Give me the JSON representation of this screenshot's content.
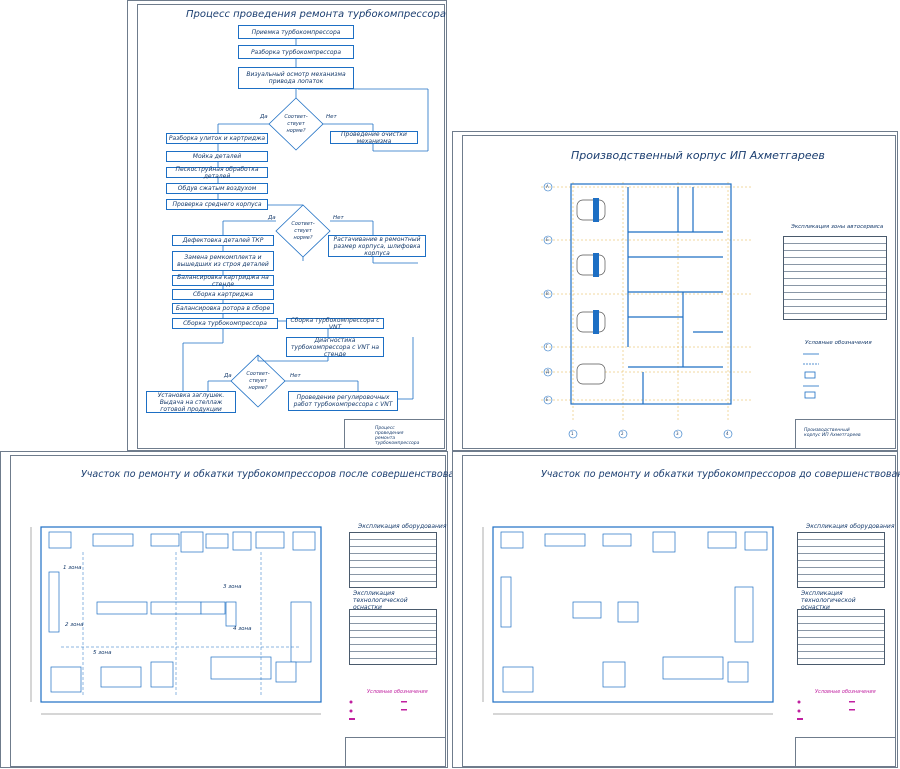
{
  "flowchart": {
    "title": "Процесс проведения ремонта турбокомпрессора",
    "steps": [
      "Приемка турбокомпрессора",
      "Разборка турбокомпрессора",
      "Визуальный осмотр механизма привода лопаток",
      "Разборка улиток и картриджа",
      "Мойка деталей",
      "Пескоструйная обработка деталей",
      "Обдув сжатым воздухом",
      "Проверка среднего корпуса",
      "Дефектовка деталей ТКР",
      "Замена ремкомплекта и вышедших из строя деталей",
      "Балансировка картриджа на стенде",
      "Сборка картриджа",
      "Балансировка ротора в сборе",
      "Сборка турбокомпрессора",
      "Сборка турбокомпрессора с VNT",
      "Диагностика турбокомпрессора с VNT на стенде",
      "Установка заглушек. Выдача на стеллаж готовой продукции",
      "Проведение регулировочных работ турбокомпрессора с VNT",
      "Проведение очистки механизма",
      "Растачивание в ремонтный размер корпуса, шлифовка корпуса"
    ],
    "decision": "Соответ-ствует норме?",
    "yes": "Да",
    "no": "Нет",
    "stamp": "Процесс проведения ремонта турбокомпрессора"
  },
  "building": {
    "title": "Производственный корпус ИП Ахметгареев",
    "axes_rows": [
      "А",
      "Б",
      "В",
      "Г",
      "Д",
      "Е"
    ],
    "axes_cols": [
      "1",
      "2",
      "3",
      "4"
    ],
    "spec_title": "Экспликация зоны автосервиса",
    "legend_title": "Условные обозначения",
    "stamp": "Производственный корпус ИП Ахметгареев"
  },
  "after": {
    "title": "Участок по ремонту и обкатки турбокомпрессоров после совершенствования",
    "eq_title": "Экспликация оборудования",
    "tech_title": "Экспликация технологической оснастки",
    "legend_title": "Условные обозначения",
    "zones": [
      "1 зона",
      "2 зона",
      "3 зона",
      "4 зона",
      "5 зона"
    ]
  },
  "before": {
    "title": "Участок по ремонту и обкатки турбокомпрессоров до совершенствования",
    "eq_title": "Экспликация оборудования",
    "tech_title": "Экспликация технологической оснастки",
    "legend_title": "Условные обозначения"
  },
  "colors": {
    "line": "#1d6fc4",
    "frame": "#6f7c8c",
    "magenta": "#c020a0",
    "text": "#153a6b"
  }
}
